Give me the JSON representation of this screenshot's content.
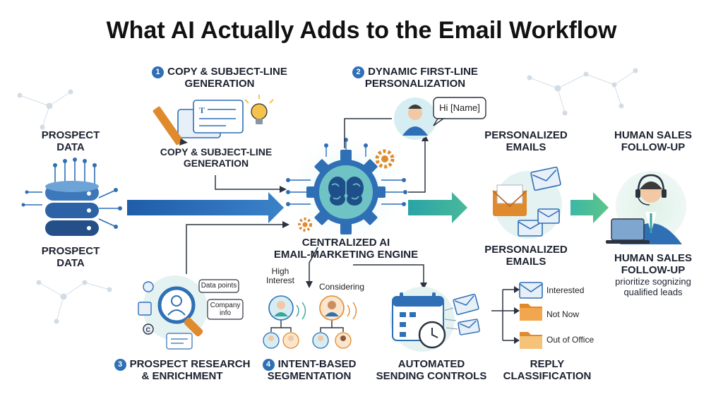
{
  "title": "What AI Actually Adds to the Email Workflow",
  "prospect": {
    "top": "PROSPECT\nDATA",
    "bottom": "PROSPECT\nDATA"
  },
  "step1": {
    "num": "1",
    "title": "COPY & SUBJECT-LINE\nGENERATION",
    "caption": "COPY & SUBJECT-LINE\nGENERATION"
  },
  "step2": {
    "num": "2",
    "title": "DYNAMIC FIRST-LINE\nPERSONALIZATION",
    "bubble": "Hi [Name]"
  },
  "engine": {
    "label": "CENTRALIZED AI\nEMAIL-MARKETING ENGINE"
  },
  "emails": {
    "top": "PERSONALIZED\nEMAILS",
    "bottom": "PERSONALIZED\nEMAILS"
  },
  "human": {
    "top": "HUMAN SALES\nFOLLOW-UP",
    "bottom": "HUMAN SALES\nFOLLOW-UP",
    "desc": "prioritize sognizing\nqualified leads"
  },
  "step3": {
    "num": "3",
    "title": "PROSPECT RESEARCH\n& ENRICHMENT",
    "tag1": "Data points",
    "tag2": "Company\ninfo"
  },
  "step4": {
    "num": "4",
    "title": "INTENT-BASED\nSEGMENTATION",
    "high": "High\nInterest",
    "considering": "Considering"
  },
  "sending": {
    "label": "AUTOMATED\nSENDING CONTROLS"
  },
  "reply": {
    "label": "REPLY\nCLASSIFICATION",
    "items": [
      "Interested",
      "Not Now",
      "Out of Office"
    ]
  },
  "colors": {
    "primary": "#2f6fb5",
    "teal": "#37a79a",
    "dark": "#1d2433",
    "accent": "#e08a2e"
  }
}
